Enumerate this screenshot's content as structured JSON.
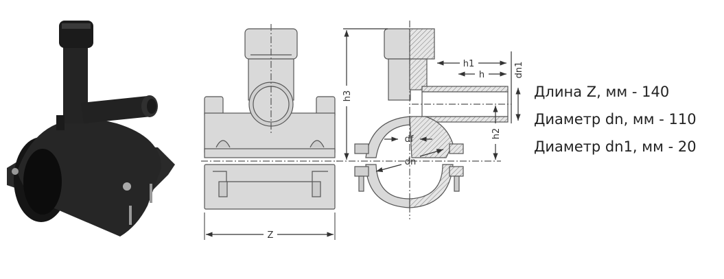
{
  "diagram": {
    "front_view": {
      "dim_z": "Z"
    },
    "side_view": {
      "dim_h3": "h3",
      "dim_h1": "h1",
      "dim_h": "h",
      "dim_dn1": "dn1",
      "dim_h2": "h2",
      "dim_df": "df",
      "dim_dn": "dn"
    }
  },
  "specs": [
    {
      "label": "Длина Z, мм - 140"
    },
    {
      "label": "Диаметр dn, мм - 110"
    },
    {
      "label": "Диаметр dn1, мм - 20"
    }
  ]
}
